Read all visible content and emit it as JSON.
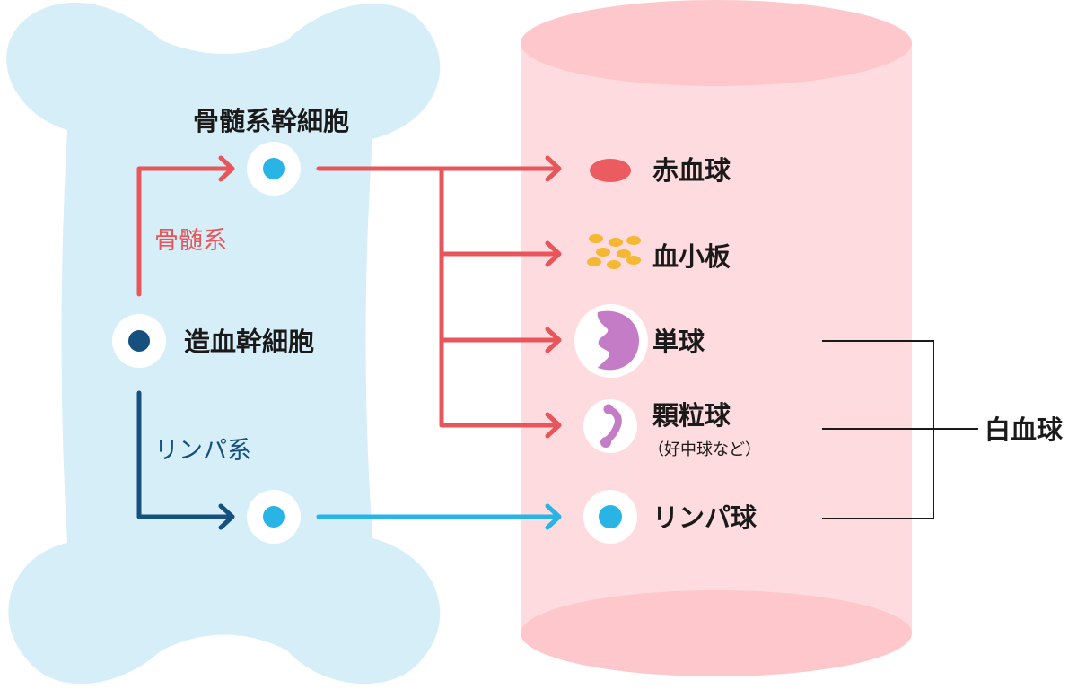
{
  "stem": {
    "hematopoietic": "造血幹細胞",
    "myeloid_stem": "骨髄系幹細胞"
  },
  "lineages": {
    "myeloid": "骨髄系",
    "lymphoid": "リンパ系"
  },
  "cells": {
    "rbc": "赤血球",
    "platelet": "血小板",
    "monocyte": "単球",
    "granulocyte": "顆粒球",
    "granulocyte_note": "（好中球など）",
    "lymphocyte": "リンパ球"
  },
  "group": {
    "wbc": "白血球"
  },
  "colors": {
    "bone": "#d5eef8",
    "vessel_side": "#fedbde",
    "vessel_cap": "#fdc7cb",
    "myeloid_arrow": "#e8555a",
    "lymphoid_arrow_dark": "#15507e",
    "lymphoid_arrow_light": "#29b4e6",
    "rbc": "#ec5b60",
    "platelet": "#f5b832",
    "leukocyte_nucleus": "#c47cc7",
    "lymphocyte": "#29b4e6",
    "stem_dark": "#15507e"
  }
}
